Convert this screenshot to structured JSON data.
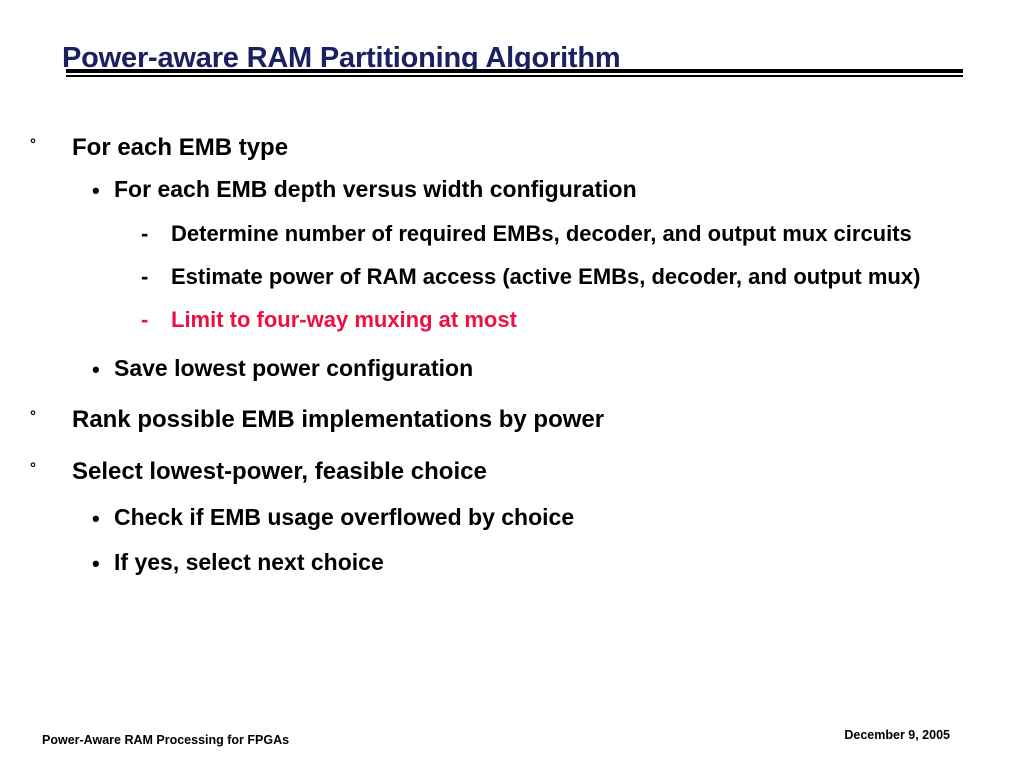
{
  "slide": {
    "title": "Power-aware RAM Partitioning Algorithm",
    "title_color": "#1A2160",
    "background_color": "#FFFFFF",
    "accent_red": "#EE1044",
    "body_color": "#000000"
  },
  "markers": {
    "level1": "°",
    "level2": "•",
    "level3": "-"
  },
  "bullets": [
    {
      "level": 1,
      "text": "For each EMB type",
      "color": "#000000"
    },
    {
      "level": 2,
      "text": "For each EMB depth versus width configuration",
      "color": "#000000"
    },
    {
      "level": 3,
      "text": "Determine number of required EMBs, decoder, and output mux circuits",
      "color": "#000000"
    },
    {
      "level": 3,
      "text": "Estimate power of RAM access (active EMBs, decoder, and output mux)",
      "color": "#000000"
    },
    {
      "level": 3,
      "text": "Limit to four-way muxing at most",
      "color": "#EE1044"
    },
    {
      "level": 2,
      "text": "Save lowest power configuration",
      "color": "#000000"
    },
    {
      "level": 1,
      "text": "Rank possible EMB implementations by power",
      "color": "#000000"
    },
    {
      "level": 1,
      "text": "Select lowest-power, feasible choice",
      "color": "#000000"
    },
    {
      "level": 2,
      "text": "Check if EMB usage overflowed by choice",
      "color": "#000000"
    },
    {
      "level": 2,
      "text": "If yes, select next choice",
      "color": "#000000"
    }
  ],
  "footer": {
    "left_text": "Power-Aware RAM Processing for FPGAs",
    "right_text": "December 9, 2005"
  }
}
